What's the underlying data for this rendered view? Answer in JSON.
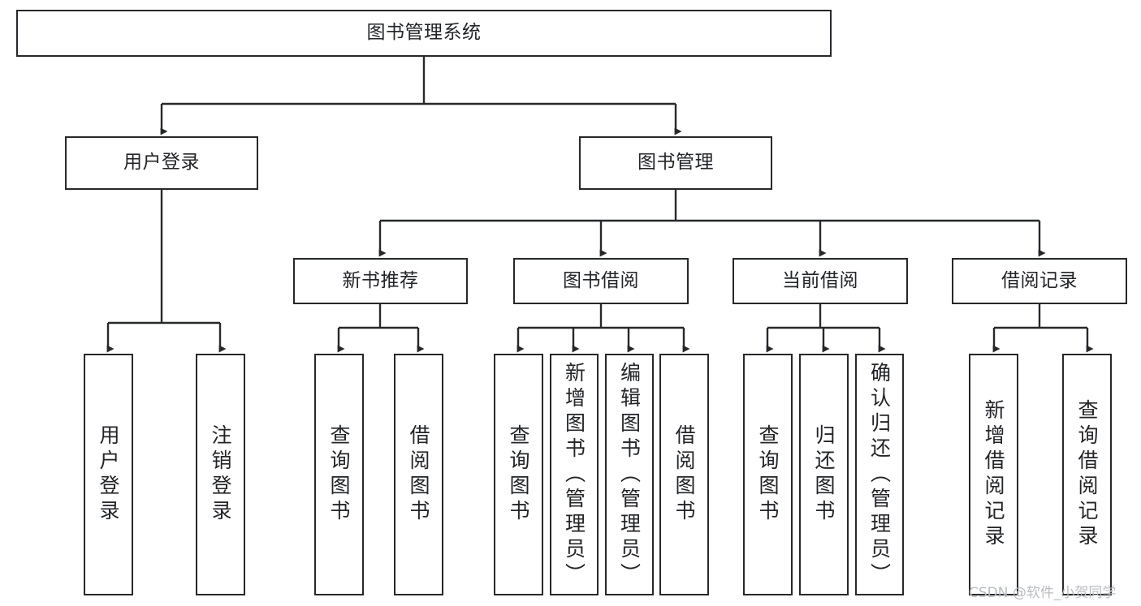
{
  "diagram": {
    "title": "图书管理系统",
    "type": "tree-hierarchy-diagram",
    "colors": {
      "box_border": "#26282b",
      "box_fill": "#ffffff",
      "connector": "#26282b",
      "text": "#222428",
      "watermark": "#b9bcc0",
      "background": "#ffffff"
    },
    "root": {
      "label": "图书管理系统"
    },
    "level2": [
      {
        "label": "用户登录"
      },
      {
        "label": "图书管理"
      }
    ],
    "level3": [
      {
        "label": "新书推荐"
      },
      {
        "label": "图书借阅"
      },
      {
        "label": "当前借阅"
      },
      {
        "label": "借阅记录"
      }
    ],
    "leaves": {
      "user_login": [
        {
          "label": "用户登录"
        },
        {
          "label": "注销登录"
        }
      ],
      "new_book_recommend": [
        {
          "label": "查询图书"
        },
        {
          "label": "借阅图书"
        }
      ],
      "book_borrow": [
        {
          "label": "查询图书"
        },
        {
          "label": "新增图书（管理员）"
        },
        {
          "label": "编辑图书（管理员）"
        },
        {
          "label": "借阅图书"
        }
      ],
      "current_borrow": [
        {
          "label": "查询图书"
        },
        {
          "label": "归还图书"
        },
        {
          "label": "确认归还（管理员）"
        }
      ],
      "borrow_record": [
        {
          "label": "新增借阅记录"
        },
        {
          "label": "查询借阅记录"
        }
      ]
    }
  },
  "watermark": {
    "text": "CSDN @软件_小贺同学"
  }
}
